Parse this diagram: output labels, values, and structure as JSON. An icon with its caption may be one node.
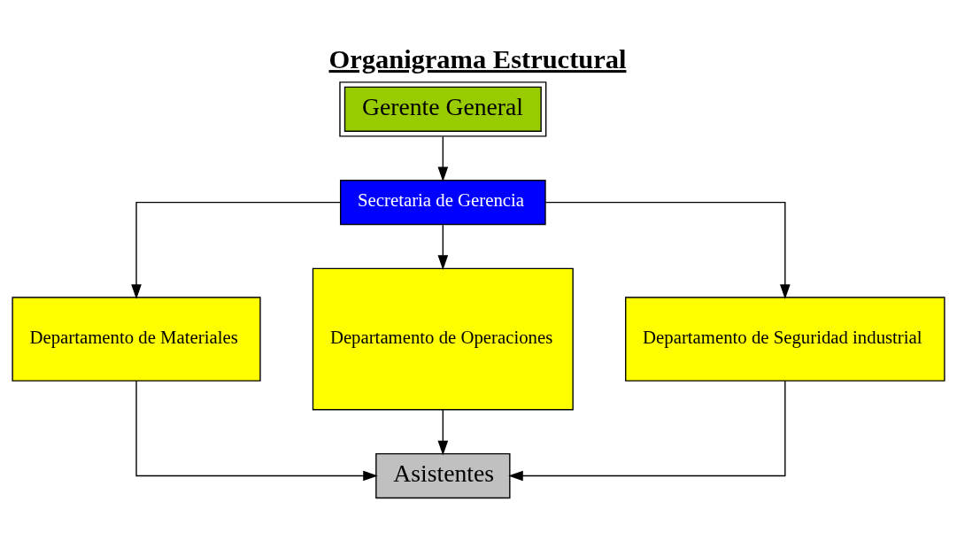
{
  "diagram": {
    "title": "Organigrama Estructural",
    "nodes": [
      {
        "text": [
          "Gerente General"
        ]
      },
      {
        "text": [
          "Secretaria de Gerencia"
        ]
      },
      {
        "text": [
          "Departamento de Materiales"
        ]
      },
      {
        "text": [
          "Departamento de Operaciones"
        ]
      },
      {
        "text": [
          "Departamento de Seguridad industrial"
        ]
      },
      {
        "text": [
          "Asistentes"
        ]
      }
    ],
    "edges": [
      {
        "from": 0,
        "to": 1,
        "arrow": "to"
      },
      {
        "from": 1,
        "to": 2,
        "arrow": "to"
      },
      {
        "from": 1,
        "to": 3,
        "arrow": "to"
      },
      {
        "from": 1,
        "to": 4,
        "arrow": "to"
      },
      {
        "from": 2,
        "to": 5,
        "arrow": "to"
      },
      {
        "from": 3,
        "to": 5,
        "arrow": "to"
      },
      {
        "from": 4,
        "to": 5,
        "arrow": "to"
      }
    ]
  }
}
